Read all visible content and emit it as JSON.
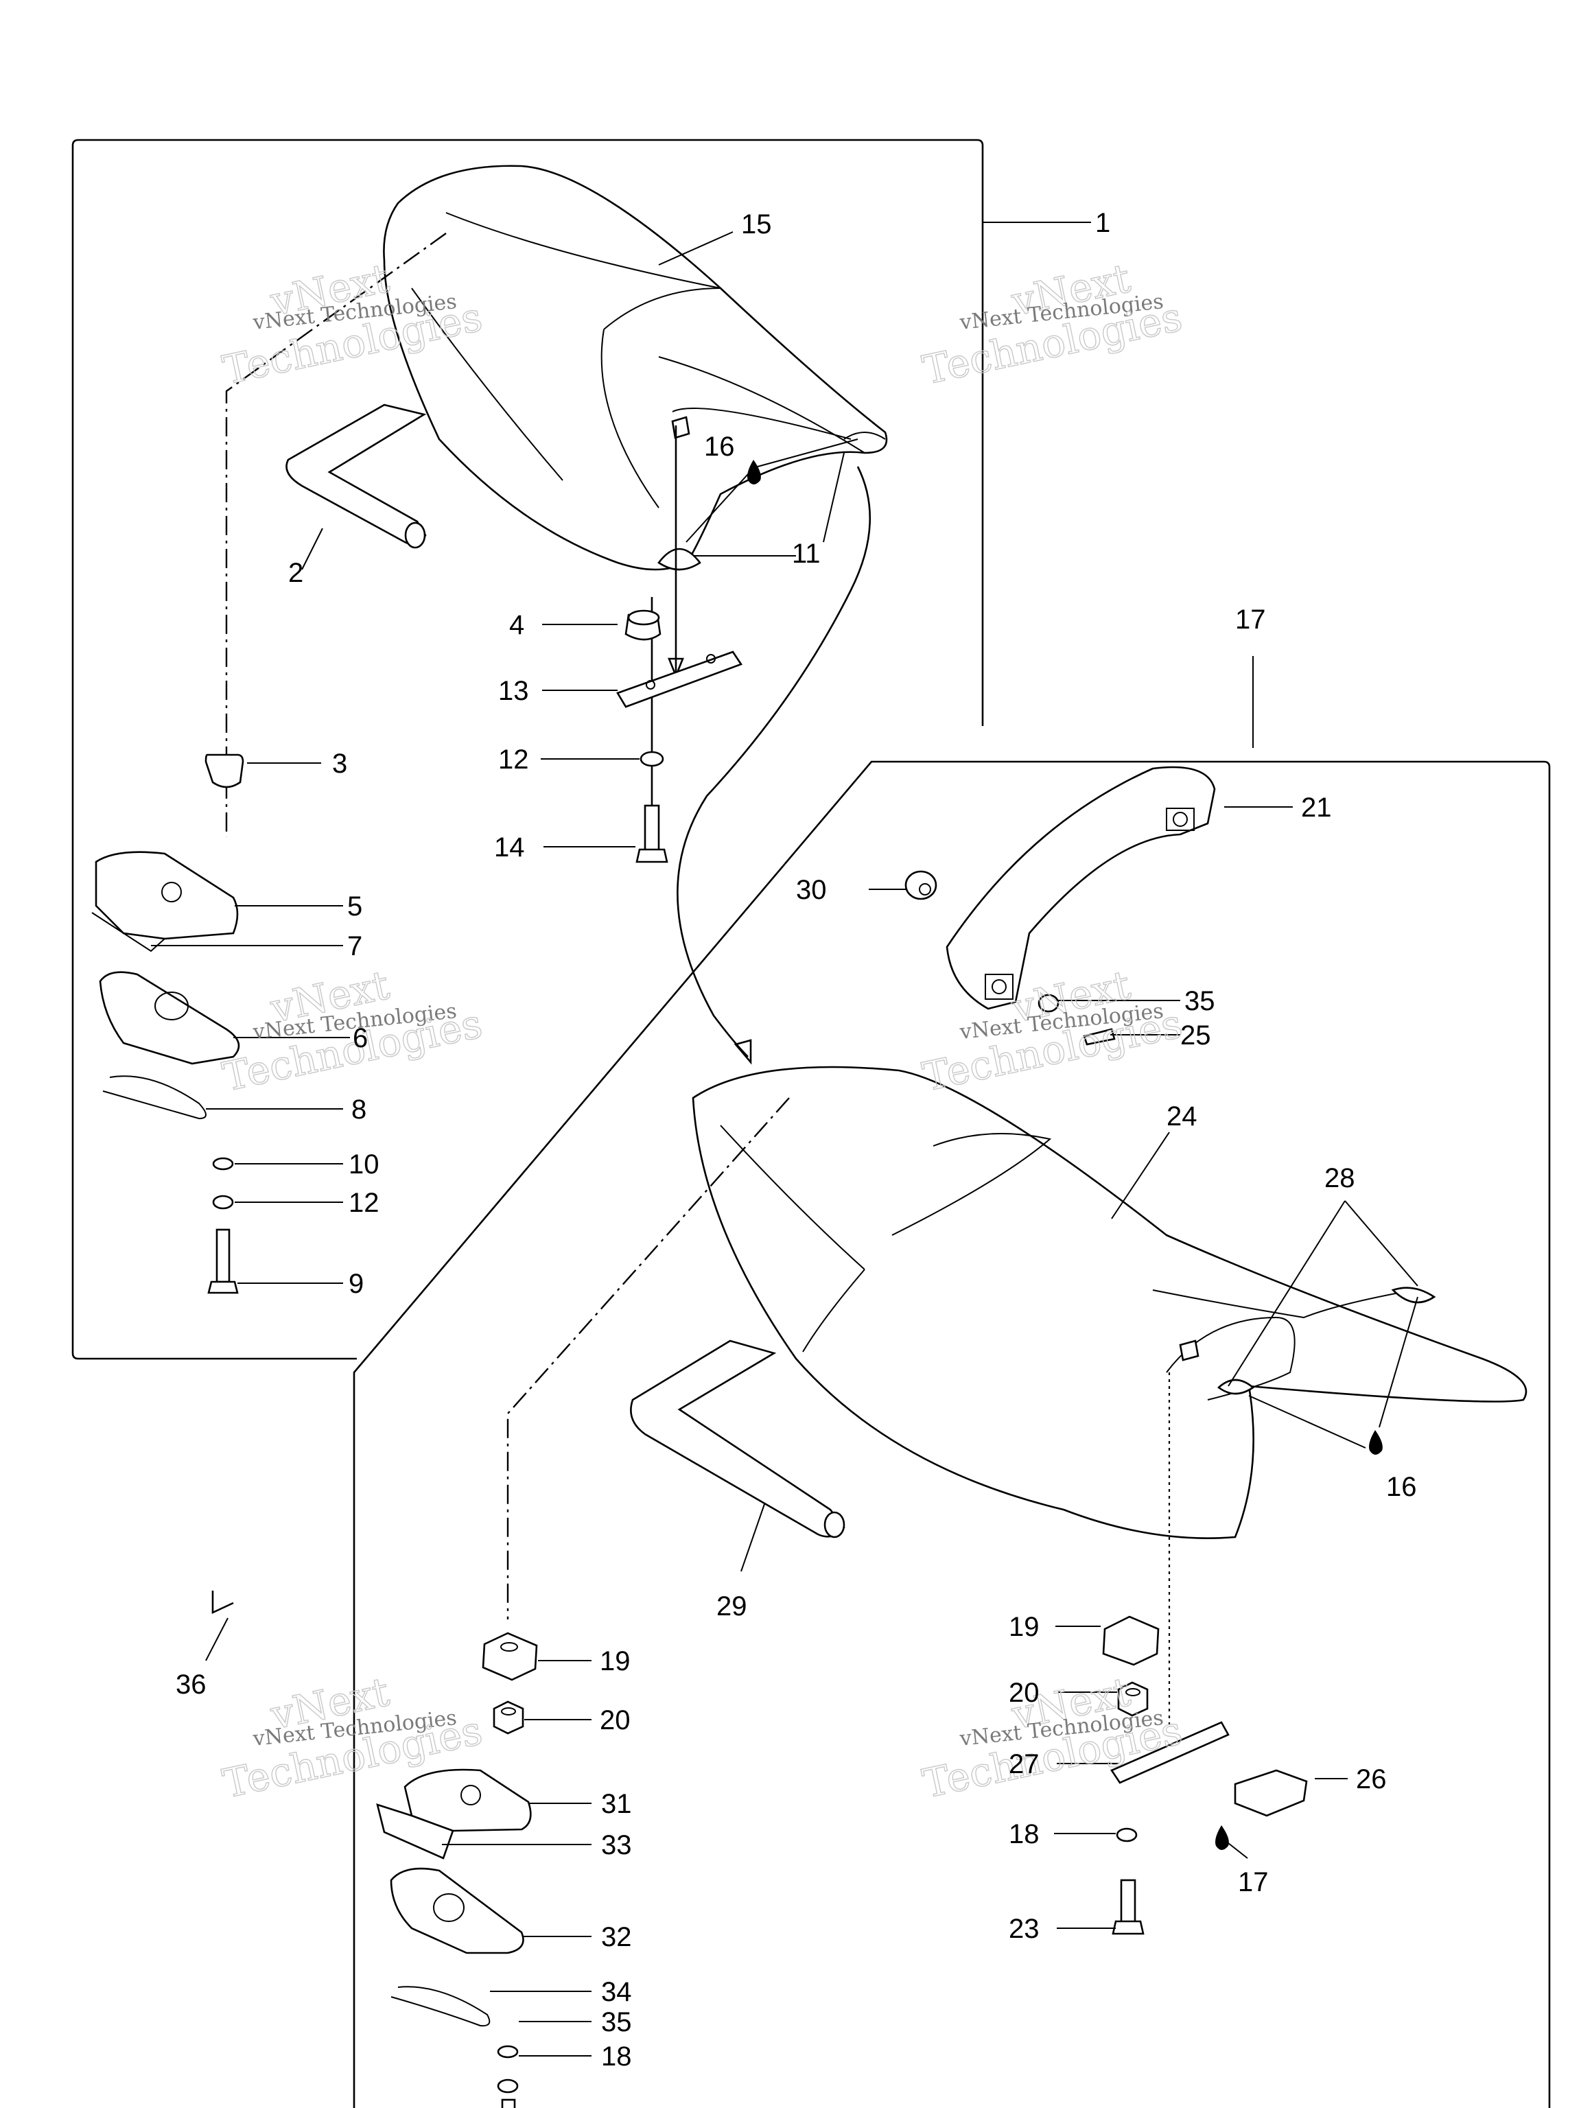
{
  "watermark": {
    "line1": "vNext",
    "line2": "vNext Technologies",
    "line3": "Technologies"
  },
  "callouts": {
    "c1": "1",
    "c2": "2",
    "c3": "3",
    "c4": "4",
    "c5": "5",
    "c6": "6",
    "c7": "7",
    "c8": "8",
    "c9": "9",
    "c10": "10",
    "c11": "11",
    "c12a": "12",
    "c12b": "12",
    "c13": "13",
    "c14": "14",
    "c15": "15",
    "c16a": "16",
    "c16b": "16",
    "c17a": "17",
    "c17b": "17",
    "c18a": "18",
    "c18b": "18",
    "c19a": "19",
    "c19b": "19",
    "c20a": "20",
    "c20b": "20",
    "c21": "21",
    "c23": "23",
    "c24": "24",
    "c25": "25",
    "c26": "26",
    "c27": "27",
    "c28": "28",
    "c29": "29",
    "c30": "30",
    "c31": "31",
    "c32": "32",
    "c33": "33",
    "c34": "34",
    "c35a": "35",
    "c35b": "35",
    "c36": "36"
  }
}
